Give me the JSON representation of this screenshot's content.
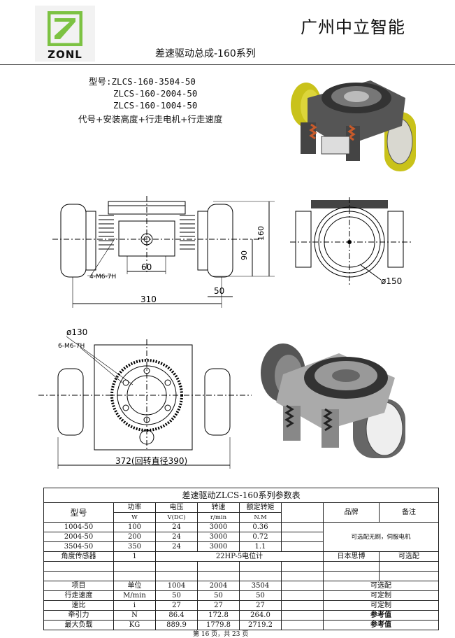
{
  "header": {
    "logo_text": "ZONL",
    "company": "广州中立智能",
    "doc_title": "差速驱动总成-160系列"
  },
  "models": {
    "line0": "型号:ZLCS-160-3504-50",
    "line1": "ZLCS-160-2004-50",
    "line2": "ZLCS-160-1004-50",
    "line3": "代号+安装高度+行走电机+行走速度"
  },
  "dims": {
    "d160": "160",
    "d90": "90",
    "d60": "60",
    "d50": "50",
    "d310": "310",
    "holes4": "4-M6-7H",
    "phi150": "ø150",
    "phi130": "ø130",
    "holes6": "6-M6-7H",
    "d372": "372(回转直径390)"
  },
  "table": {
    "title": "差速驱动ZLCS-160系列参数表",
    "h_model": "型号",
    "h_power": "功率",
    "h_voltage": "电压",
    "h_speed": "转速",
    "h_torque": "额定转矩",
    "u_power": "W",
    "u_voltage": "V(DC)",
    "u_speed": "r/min",
    "u_torque": "N.M",
    "h_brand": "品牌",
    "h_remark": "备注",
    "rows": [
      {
        "model": "1004-50",
        "power": "100",
        "voltage": "24",
        "speed": "3000",
        "torque": "0.36"
      },
      {
        "model": "2004-50",
        "power": "200",
        "voltage": "24",
        "speed": "3000",
        "torque": "0.72"
      },
      {
        "model": "3504-50",
        "power": "350",
        "voltage": "24",
        "speed": "3000",
        "torque": "1.1"
      }
    ],
    "brand_note": "可选配无刷，伺服电机",
    "sensor_label": "角度传感器",
    "sensor_qty": "1",
    "sensor_type": "22HP-5电位计",
    "sensor_brand": "日本思博",
    "sensor_remark": "可选配",
    "spec_header": {
      "item": "项目",
      "unit": "单位",
      "c1": "1004",
      "c2": "2004",
      "c3": "3504",
      "note": "可选配"
    },
    "spec_rows": [
      {
        "item": "行走速度",
        "unit": "M/min",
        "c1": "50",
        "c2": "50",
        "c3": "50",
        "note": "可定制"
      },
      {
        "item": "速比",
        "unit": "i",
        "c1": "27",
        "c2": "27",
        "c3": "27",
        "note": "可定制"
      },
      {
        "item": "牵引力",
        "unit": "N",
        "c1": "86.4",
        "c2": "172.8",
        "c3": "264.0",
        "note": "参考值"
      },
      {
        "item": "最大负载",
        "unit": "KG",
        "c1": "889.9",
        "c2": "1779.8",
        "c3": "2719.2",
        "note": "参考值"
      }
    ]
  },
  "footer": "第 16 页，共 23 页"
}
